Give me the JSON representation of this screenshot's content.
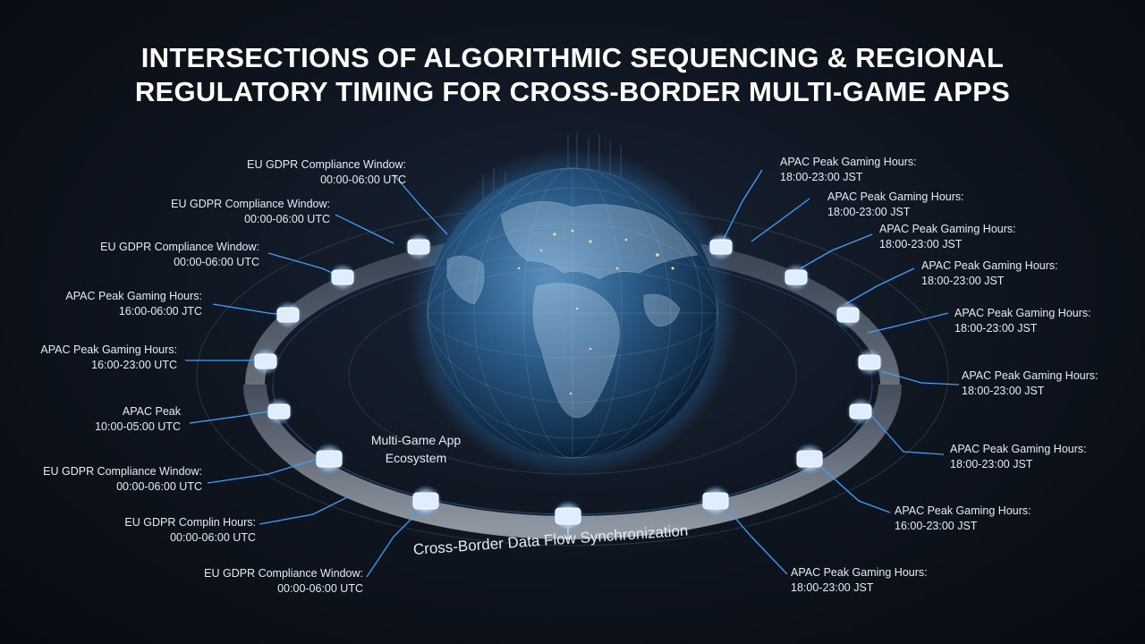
{
  "title": {
    "line1": "INTERSECTIONS OF ALGORITHMIC SEQUENCING & REGIONAL",
    "line2": "REGULATORY TIMING FOR CROSS-BORDER MULTI-GAME APPS"
  },
  "center_label": {
    "line1": "Multi-Game App",
    "line2": "Ecosystem"
  },
  "flow_label": "Cross-Border Data Flow Synchronization",
  "left_labels": [
    {
      "line1": "EU GDPR Compliance Window:",
      "line2": "00:00-06:00 UTC"
    },
    {
      "line1": "EU GDPR Compliance Window:",
      "line2": "00:00-06:00 UTC"
    },
    {
      "line1": "EU GDPR Compliance Window:",
      "line2": "00:00-06:00 UTC"
    },
    {
      "line1": "APAC Peak Gaming Hours:",
      "line2": "16:00-06:00 JTC"
    },
    {
      "line1": "APAC Peak Gaming Hours:",
      "line2": "16:00-23:00 UTC"
    },
    {
      "line1": "APAC Peak",
      "line2": "10:00-05:00 UTC"
    },
    {
      "line1": "EU GDPR Compliance Window:",
      "line2": "00:00-06:00 UTC"
    },
    {
      "line1": "EU GDPR Complin Hours:",
      "line2": "00:00-06:00 UTC"
    },
    {
      "line1": "EU GDPR Compliance Window:",
      "line2": "00:00-06:00 UTC"
    }
  ],
  "right_labels": [
    {
      "line1": "APAC Peak Gaming Hours:",
      "line2": "18:00-23:00 JST"
    },
    {
      "line1": "APAC Peak Gaming Hours:",
      "line2": "18:00-23:00 JST"
    },
    {
      "line1": "APAC Peak Gaming Hours:",
      "line2": "18:00-23:00 JST"
    },
    {
      "line1": "APAC Peak Gaming Hours:",
      "line2": "18:00-23:00 JST"
    },
    {
      "line1": "APAC Peak Gaming Hours:",
      "line2": "18:00-23:00 JST"
    },
    {
      "line1": "APAC Peak Gaming Hours:",
      "line2": "18:00-23:00 JST"
    },
    {
      "line1": "APAC Peak Gaming Hours:",
      "line2": "18:00-23:00 JST"
    },
    {
      "line1": "APAC Peak Gaming Hours:",
      "line2": "16:00-23:00 JST"
    },
    {
      "line1": "APAC Peak Gaming Hours:",
      "line2": "18:00-23:00 JST"
    }
  ],
  "colors": {
    "accent": "#3ea0ff",
    "node": "#e9f3ff",
    "ring": "#8fa4bd",
    "globe": "#2a5a86"
  }
}
